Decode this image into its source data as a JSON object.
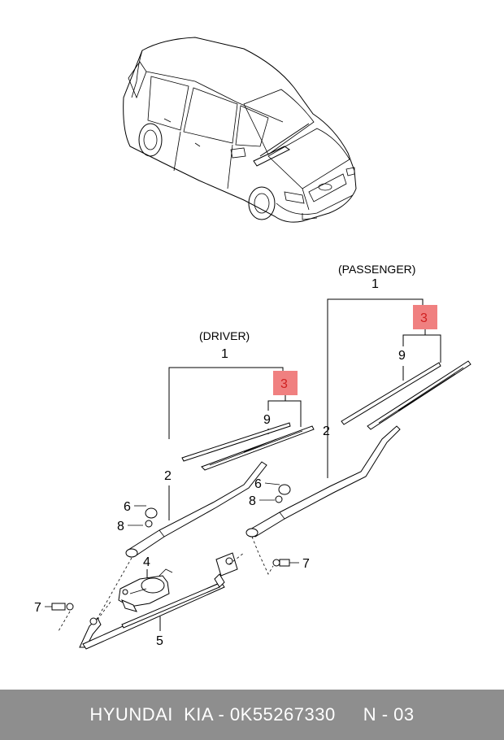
{
  "diagram": {
    "driver_group": {
      "side_label": "(DRIVER)",
      "assembly_no": "1",
      "arm_no": "2",
      "blade_no": "3",
      "refill_no": "9"
    },
    "passenger_group": {
      "side_label": "(PASSENGER)",
      "assembly_no": "1",
      "arm_no": "2",
      "blade_no": "3",
      "refill_no": "9"
    },
    "parts": {
      "motor_no": "4",
      "linkage_no": "5",
      "cap_left_no": "6",
      "cap_right_no": "6",
      "nut_left_no": "8",
      "nut_right_no": "8",
      "bolt_left_no": "7",
      "bolt_right_no": "7"
    },
    "highlight_color": "#f08080",
    "highlight_text_color": "#d02020"
  },
  "footer": {
    "brand": "HYUNDAI  KIA - 0K55267330",
    "page": "N - 03",
    "background": "#8e8e8e"
  }
}
